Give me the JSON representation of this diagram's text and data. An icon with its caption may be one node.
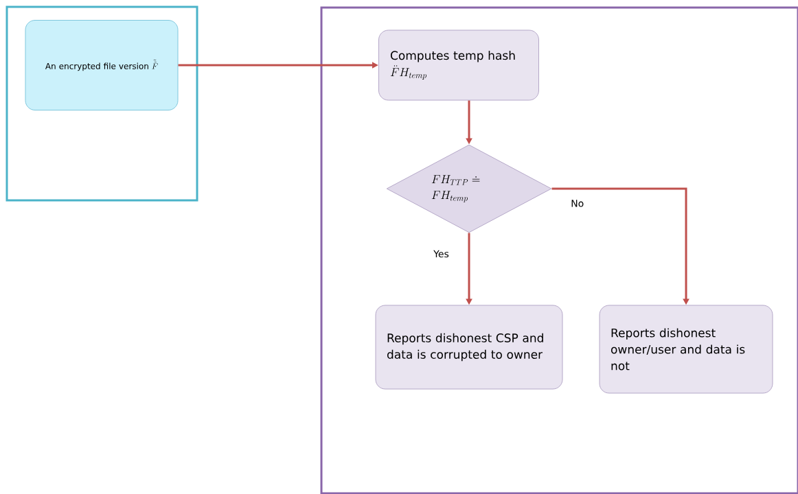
{
  "diagram": {
    "nodes": [
      {
        "text": [],
        "shape": "box"
      },
      {
        "text": [
          "An encrypted file version",
          "\\tilde{\\tilde{F}}"
        ],
        "in": 0
      },
      {
        "text": [],
        "shape": "box"
      },
      {
        "text": [
          "Computes temp hash",
          "\\ddot{F}H_{temp}"
        ],
        "in": 2
      },
      {
        "text": [
          "FH_{TTP} \\doteq FH_{temp}"
        ],
        "in": 2
      },
      {
        "text": [
          "Reports dishonest CSP and data is corrupted to owner"
        ],
        "in": 2
      },
      {
        "text": [
          "Reports dishonest owner/user and data is not"
        ],
        "in": 2
      }
    ],
    "edges": [
      {
        "from": 1,
        "to": 3,
        "arrow": "to"
      },
      {
        "from": 3,
        "to": 4,
        "arrow": "to"
      },
      {
        "from": 4,
        "to": 5,
        "arrow": "to",
        "label": "Yes"
      },
      {
        "from": 4,
        "to": 6,
        "arrow": "to",
        "label": "No"
      }
    ]
  }
}
